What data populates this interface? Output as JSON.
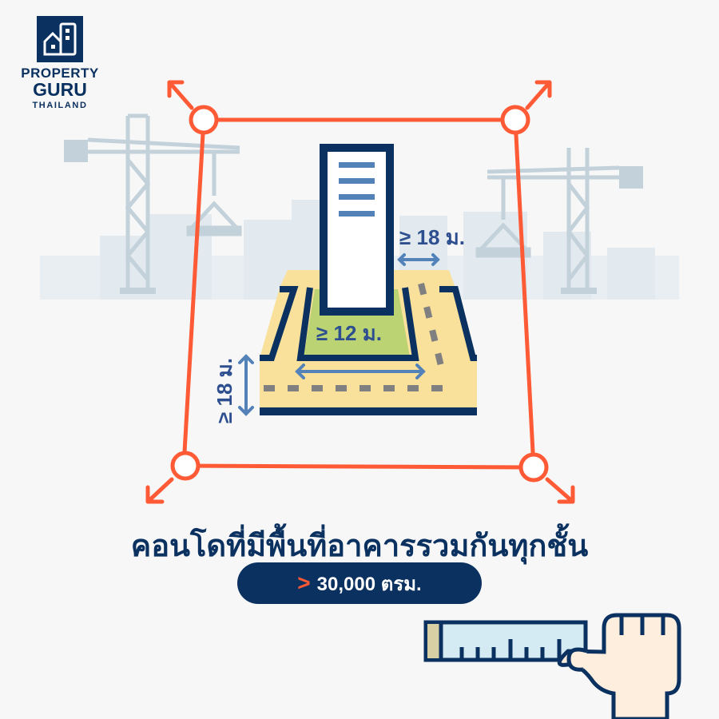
{
  "logo": {
    "line1": "PROPERTY",
    "line2": "GURU",
    "line3": "THAILAND"
  },
  "diagram": {
    "label_building_setback": "≥ 18 ม.",
    "label_green_width": "≥ 12 ม.",
    "label_road_width": "≥ 18 ม."
  },
  "headline": "คอนโดที่มีพื้นที่อาคารรวมกันทุกชั้น",
  "badge": {
    "symbol": ">",
    "value": "30,000 ตรม."
  },
  "colors": {
    "navy": "#0b3160",
    "orange": "#ff5a36",
    "road": "#f9e19c",
    "green": "#bcd373",
    "arrow": "#5282b8"
  }
}
